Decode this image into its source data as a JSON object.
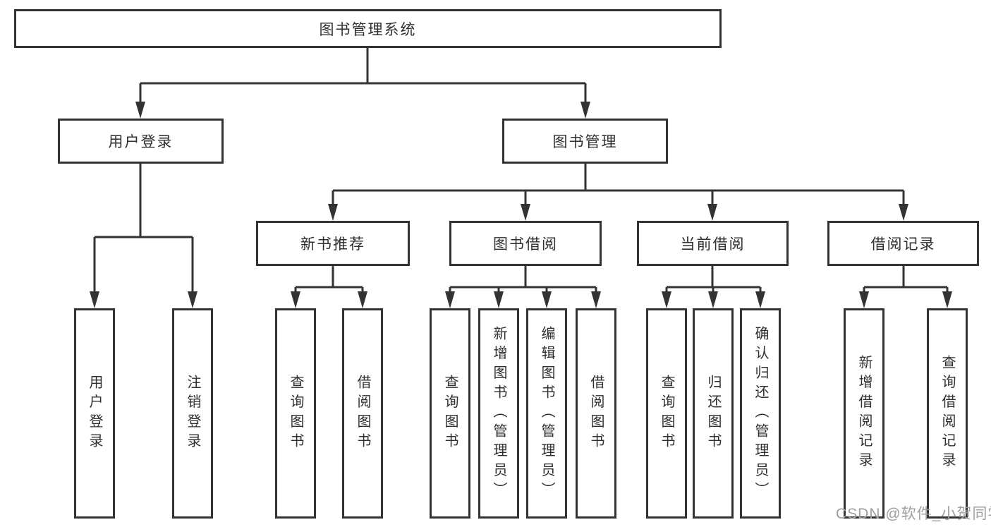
{
  "tree": {
    "label": "图书管理系统",
    "children": [
      {
        "label": "用户登录",
        "children": [
          {
            "label": "用户登录"
          },
          {
            "label": "注销登录"
          }
        ]
      },
      {
        "label": "图书管理",
        "children": [
          {
            "label": "新书推荐",
            "children": [
              {
                "label": "查询图书"
              },
              {
                "label": "借阅图书"
              }
            ]
          },
          {
            "label": "图书借阅",
            "children": [
              {
                "label": "查询图书"
              },
              {
                "label": "新增图书（管理员）"
              },
              {
                "label": "编辑图书（管理员）"
              },
              {
                "label": "借阅图书"
              }
            ]
          },
          {
            "label": "当前借阅",
            "children": [
              {
                "label": "查询图书"
              },
              {
                "label": "归还图书"
              },
              {
                "label": "确认归还（管理员）"
              }
            ]
          },
          {
            "label": "借阅记录",
            "children": [
              {
                "label": "新增借阅记录"
              },
              {
                "label": "查询借阅记录"
              }
            ]
          }
        ]
      }
    ]
  },
  "watermark": {
    "text": "CSDN @软件_小贺同学"
  },
  "colors": {
    "line": "#333333",
    "box_border": "#333333",
    "text": "#2f2f2f",
    "watermark": "#9e9e9e",
    "background": "#ffffff"
  }
}
